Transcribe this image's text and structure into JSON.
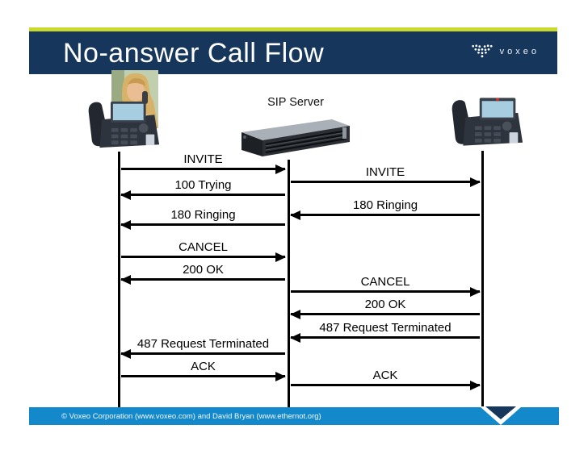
{
  "header": {
    "title": "No-answer Call Flow",
    "logo_text": "voxeo"
  },
  "diagram": {
    "server_label": "SIP Server",
    "actors": [
      "caller-phone",
      "sip-server",
      "callee-phone"
    ],
    "left_messages": [
      {
        "label": "INVITE",
        "direction": "right"
      },
      {
        "label": "100 Trying",
        "direction": "left"
      },
      {
        "label": "180 Ringing",
        "direction": "left"
      },
      {
        "label": "CANCEL",
        "direction": "right"
      },
      {
        "label": "200 OK",
        "direction": "left"
      },
      {
        "label": "487 Request Terminated",
        "direction": "left"
      },
      {
        "label": "ACK",
        "direction": "right"
      }
    ],
    "right_messages": [
      {
        "label": "INVITE",
        "direction": "right"
      },
      {
        "label": "180 Ringing",
        "direction": "left"
      },
      {
        "label": "CANCEL",
        "direction": "right"
      },
      {
        "label": "200 OK",
        "direction": "left"
      },
      {
        "label": "487 Request Terminated",
        "direction": "left"
      },
      {
        "label": "ACK",
        "direction": "right"
      }
    ]
  },
  "footer": {
    "text": "© Voxeo Corporation (www.voxeo.com) and David Bryan (www.ethernot.org)"
  },
  "colors": {
    "header_navy": "#16365c",
    "accent_green": "#c9d92e",
    "footer_blue": "#1389cb",
    "arrow_black": "#000000"
  }
}
